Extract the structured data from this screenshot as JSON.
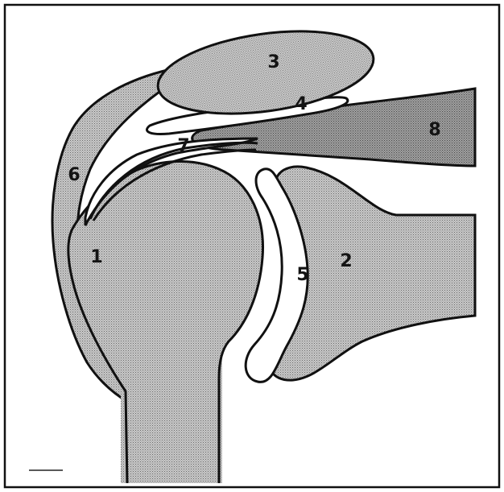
{
  "diagram": {
    "labels": {
      "humeral_head": "1",
      "glenoid": "2",
      "acromion": "3",
      "subacromial_bursa": "4",
      "glenoid_labrum": "5",
      "deltoid": "6",
      "rotator_cuff_tendon": "7",
      "supraspinatus_muscle": "8"
    }
  }
}
